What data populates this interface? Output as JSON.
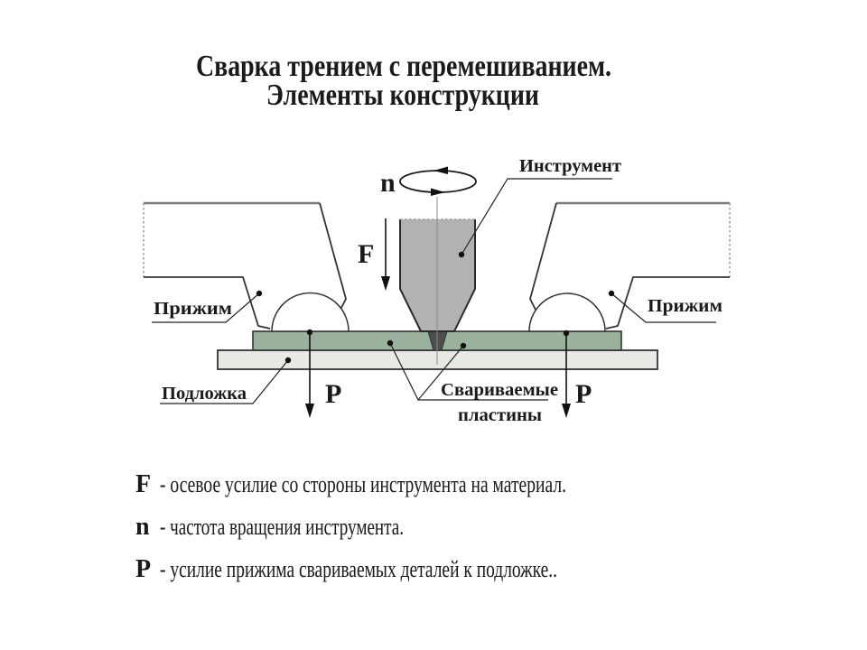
{
  "title": {
    "line1": "Сварка трением с перемешиванием.",
    "line2": "Элементы конструкции"
  },
  "diagram": {
    "labels": {
      "rotation_symbol": "n",
      "tool": "Инструмент",
      "axial_force_symbol": "F",
      "clamp_left": "Прижим",
      "clamp_right": "Прижим",
      "substrate": "Подложка",
      "plates_line1": "Свариваемые",
      "plates_line2": "пластины",
      "press_force_left": "P",
      "press_force_right": "P"
    },
    "colors": {
      "tool_fill": "#b2b2b2",
      "pin_fill": "#4f4f4f",
      "plates_fill": "#9ab19e",
      "substrate_fill": "#e8e8e5",
      "outline": "#333333"
    }
  },
  "legend": {
    "items": [
      {
        "symbol": "F",
        "text": "- осевое усилие со стороны инструмента на материал."
      },
      {
        "symbol": "n",
        "text": "- частота вращения инструмента."
      },
      {
        "symbol": "P",
        "text": "- усилие прижима свариваемых деталей к подложке.."
      }
    ]
  }
}
